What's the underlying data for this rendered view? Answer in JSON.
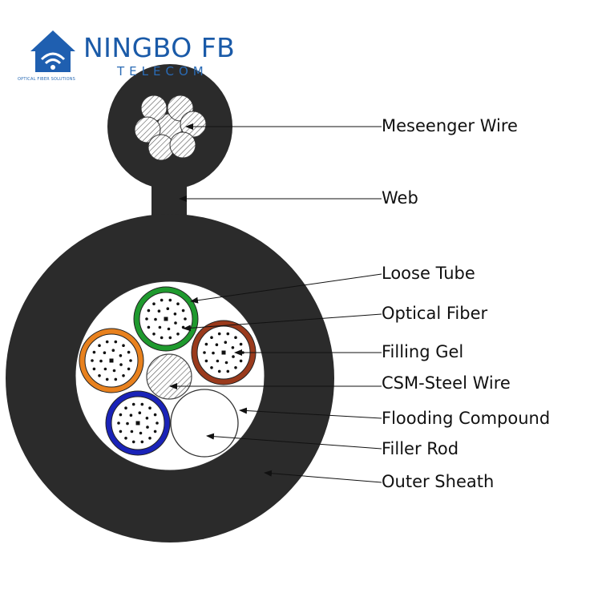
{
  "brand": {
    "name": "NINGBO FB",
    "subtitle": "TELECOM",
    "tagline": "OPTICAL FIBER SOLUTIONS",
    "color": "#1a5aa8"
  },
  "labels": {
    "messenger_wire": "Meseenger Wire",
    "web": "Web",
    "loose_tube": "Loose Tube",
    "optical_fiber": "Optical Fiber",
    "filling_gel": "Filling Gel",
    "csm_steel_wire": "CSM-Steel Wire",
    "flooding_compound": "Flooding Compound",
    "filler_rod": "Filler Rod",
    "outer_sheath": "Outer Sheath"
  },
  "colors": {
    "sheath": "#2b2b2b",
    "tube_green": "#1f9a2e",
    "tube_brown": "#9a3a1c",
    "tube_orange": "#e8811e",
    "tube_blue": "#1a23b8"
  }
}
